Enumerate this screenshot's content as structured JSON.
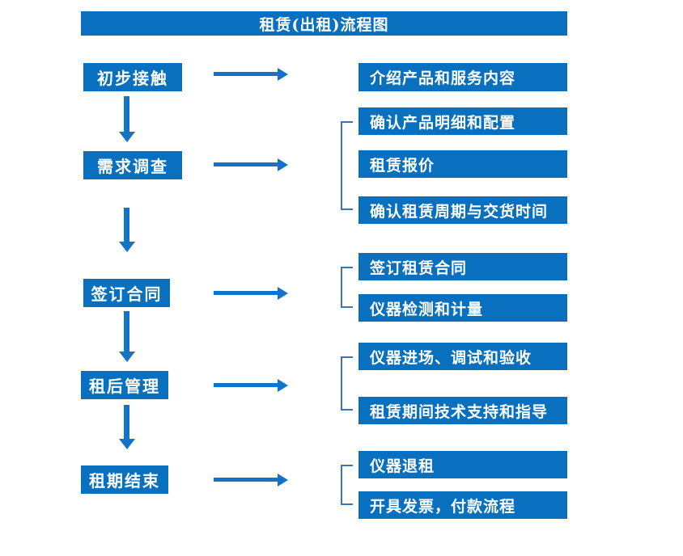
{
  "title": "租赁(出租)流程图",
  "colors": {
    "box_blue": "#0970c0",
    "arrow_blue": "#1173c9",
    "bracket_blue": "#3d74b9",
    "text_white": "#ffffff",
    "page_bg": "#ffffff"
  },
  "steps": [
    {
      "label": "初步接触",
      "outputs": [
        "介绍产品和服务内容"
      ]
    },
    {
      "label": "需求调查",
      "outputs": [
        "确认产品明细和配置",
        "租赁报价",
        "确认租赁周期与交货时间"
      ]
    },
    {
      "label": "签订合同",
      "outputs": [
        "签订租赁合同",
        "仪器检测和计量"
      ]
    },
    {
      "label": "租后管理",
      "outputs": [
        "仪器进场、调试和验收",
        "租赁期间技术支持和指导"
      ]
    },
    {
      "label": "租期结束",
      "outputs": [
        "仪器退租",
        "开具发票，付款流程"
      ]
    }
  ]
}
